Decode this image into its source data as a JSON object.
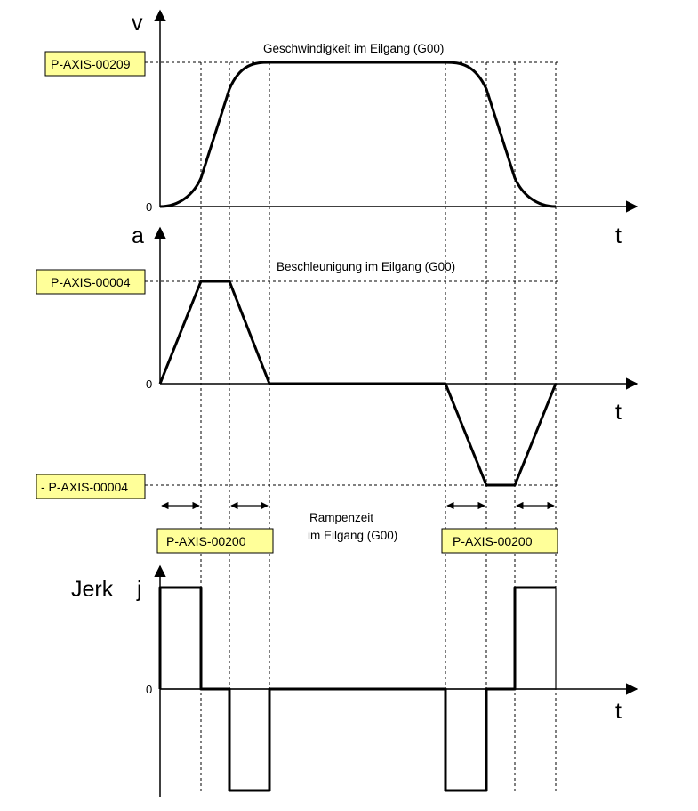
{
  "velocity": {
    "axis_symbol": "v",
    "title": "Geschwindigkeit im Eilgang (G00)",
    "max_label": "P-AXIS-00209",
    "zero_label": "0",
    "time_symbol": "t"
  },
  "acceleration": {
    "axis_symbol": "a",
    "title": "Beschleunigung im Eilgang (G00)",
    "max_label": "P-AXIS-00004",
    "min_label": "- P-AXIS-00004",
    "zero_label": "0",
    "time_symbol": "t"
  },
  "ramp": {
    "caption_line1": "Rampenzeit",
    "caption_line2": "im Eilgang (G00)",
    "left_label": "P-AXIS-00200",
    "right_label": "P-AXIS-00200"
  },
  "jerk": {
    "word": "Jerk",
    "axis_symbol": "j",
    "zero_label": "0",
    "time_symbol": "t"
  },
  "colors": {
    "label_box_fill": "#ffff99",
    "line": "#000000"
  }
}
